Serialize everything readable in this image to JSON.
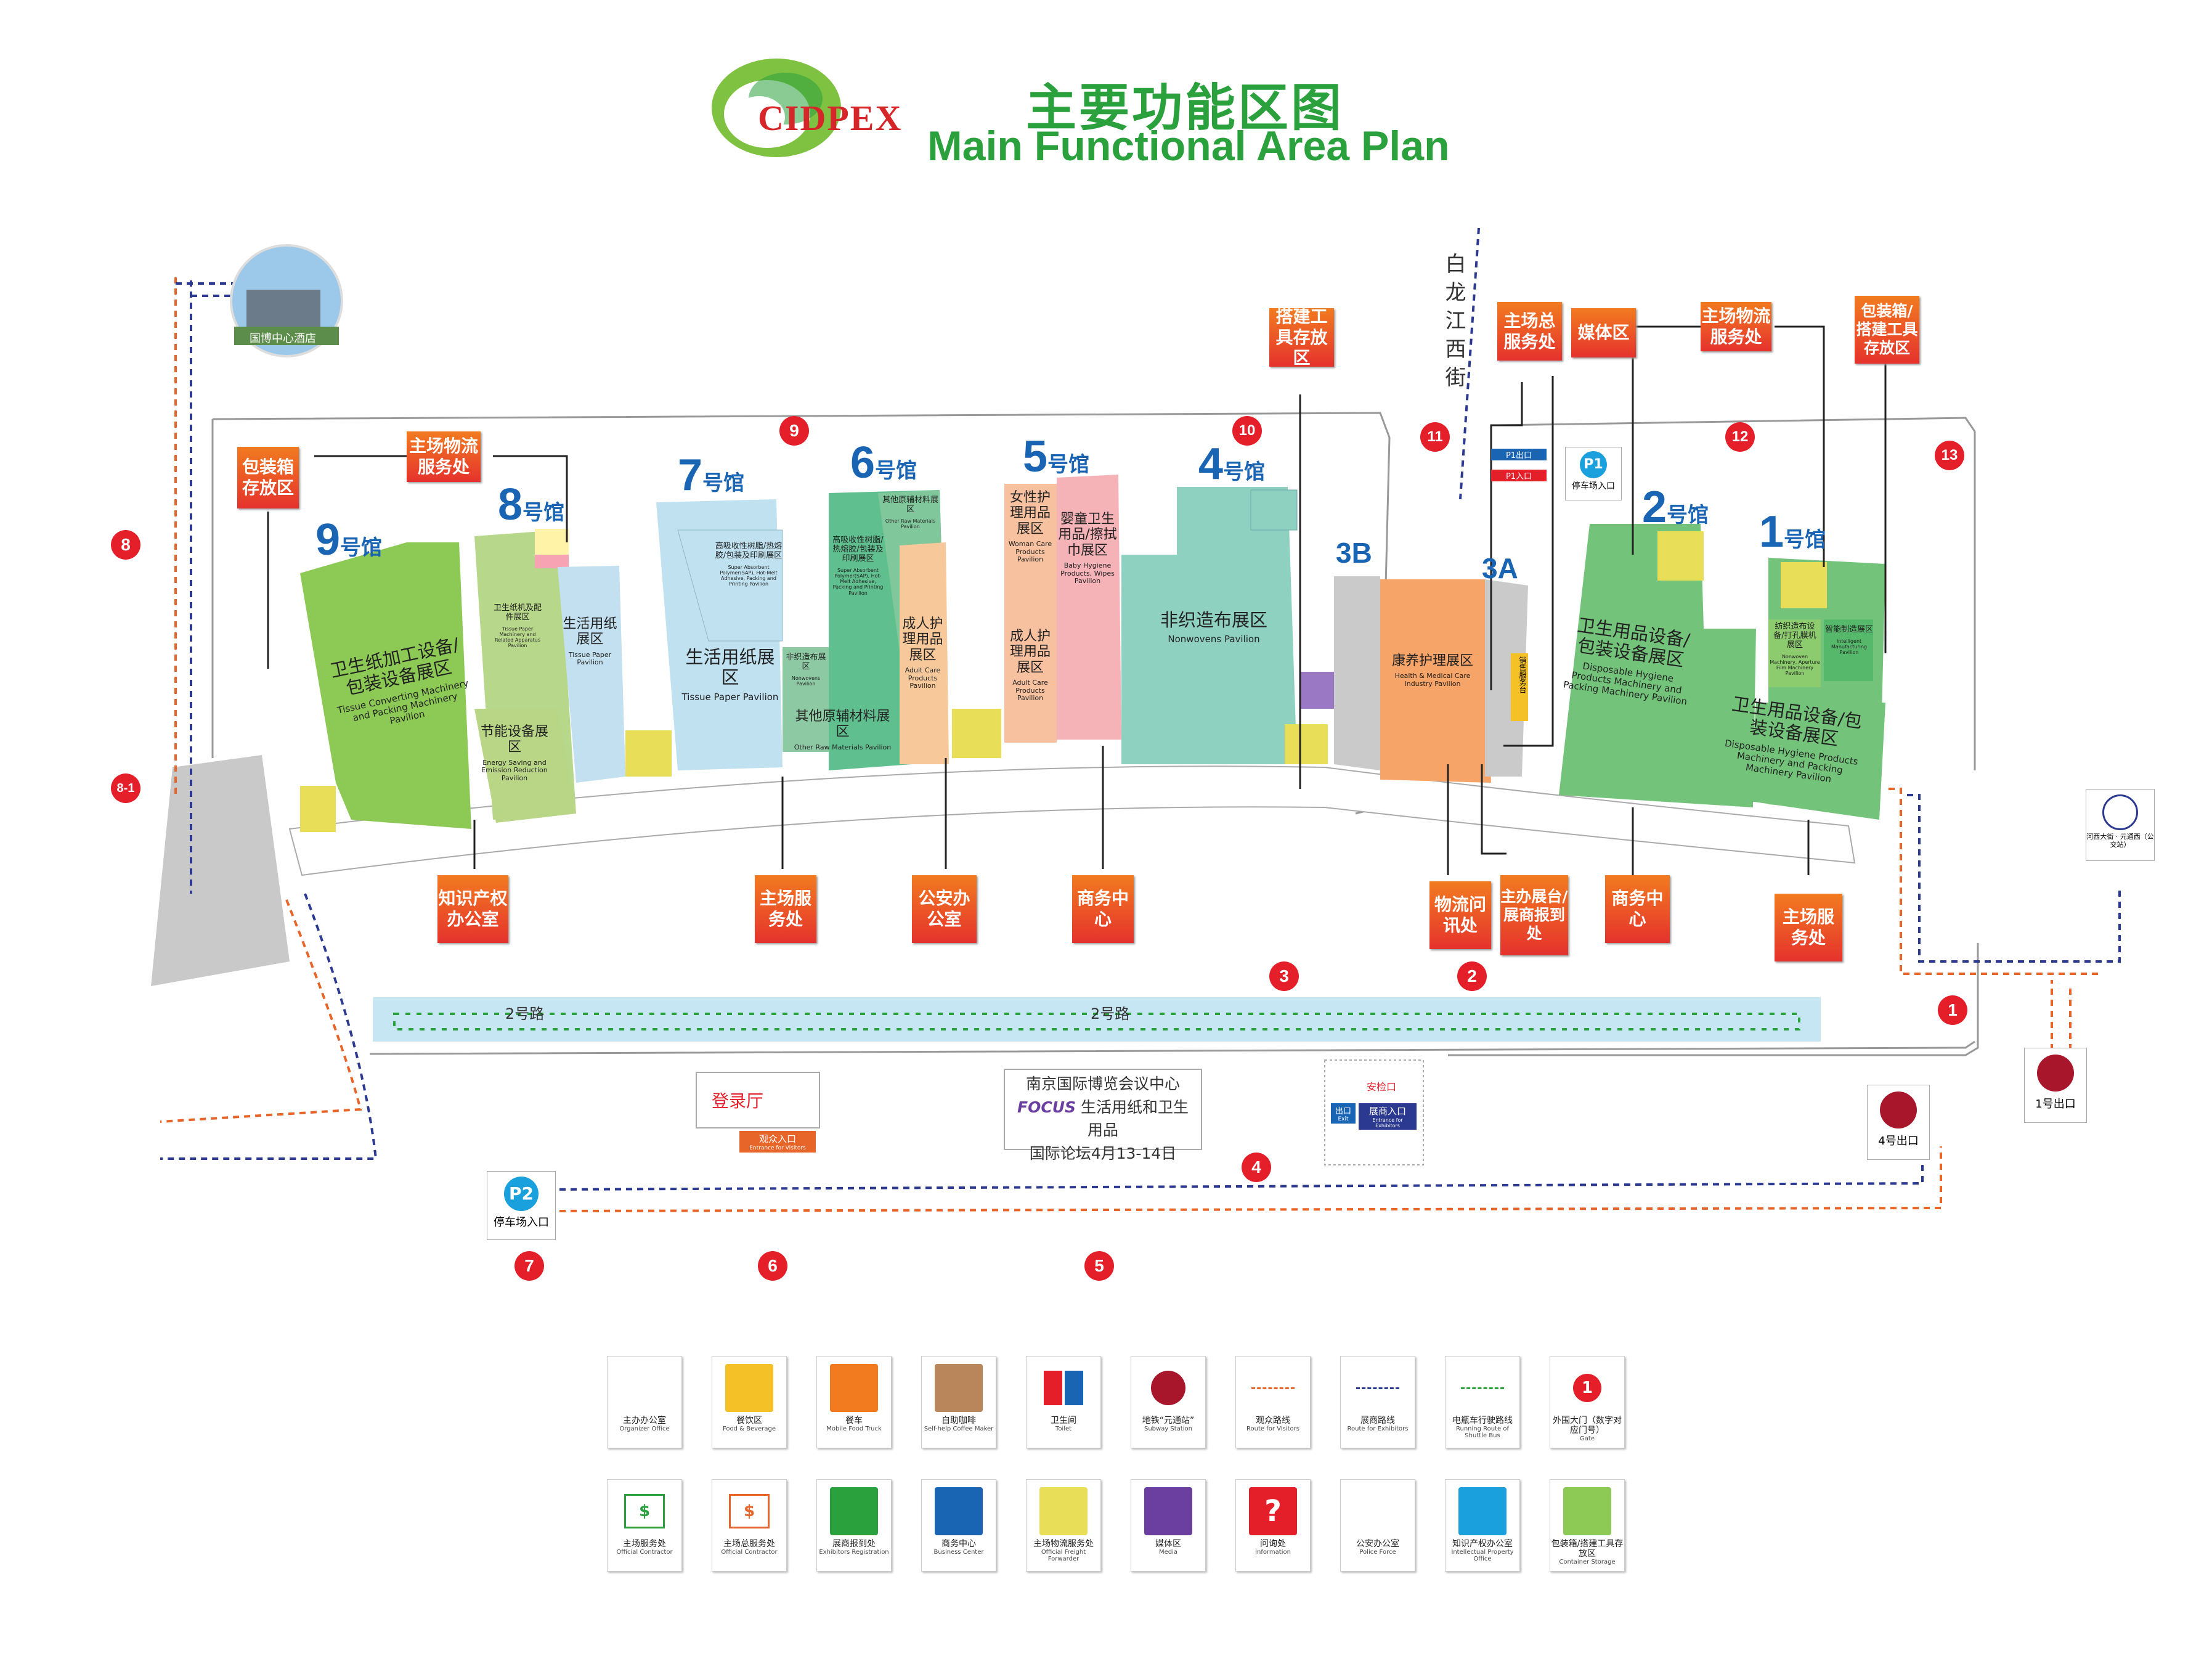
{
  "header": {
    "logo_text": "CIDPEX",
    "title_cn": "主要功能区图",
    "title_en": "Main Functional Area Plan"
  },
  "hotel": {
    "label": "国博中心酒店"
  },
  "street": {
    "label": "白龙江西街"
  },
  "halls": [
    {
      "num": "9",
      "suffix": "号馆"
    },
    {
      "num": "8",
      "suffix": "号馆"
    },
    {
      "num": "7",
      "suffix": "号馆"
    },
    {
      "num": "6",
      "suffix": "号馆"
    },
    {
      "num": "5",
      "suffix": "号馆"
    },
    {
      "num": "4",
      "suffix": "号馆"
    },
    {
      "num": "2",
      "suffix": "号馆"
    },
    {
      "num": "1",
      "suffix": "号馆"
    },
    {
      "num": "3B",
      "suffix": ""
    },
    {
      "num": "3A",
      "suffix": ""
    }
  ],
  "zones": {
    "tissue_converting": {
      "cn": "卫生纸加工设备/包装设备展区",
      "en": "Tissue Converting Machinery and Packing Machinery Pavilion"
    },
    "tissue_parts": {
      "cn": "卫生纸机及配件展区",
      "en": "Tissue Paper Machinery and Related Apparatus Pavilion"
    },
    "energy_saving": {
      "cn": "节能设备展区",
      "en": "Energy Saving and Emission Reduction Pavilion"
    },
    "tissue_paper_8": {
      "cn": "生活用纸展区",
      "en": "Tissue Paper Pavilion"
    },
    "tissue_paper_7": {
      "cn": "生活用纸展区",
      "en": "Tissue Paper Pavilion"
    },
    "sap_7": {
      "cn": "高吸收性树脂/热熔胶/包装及印刷展区",
      "en": "Super Absorbent Polymer(SAP), Hot-Melt Adhesive, Packing and Printing Pavilion"
    },
    "nonwovens_6": {
      "cn": "非织造布展区",
      "en": "Nonwovens Pavilion"
    },
    "sap_6": {
      "cn": "高吸收性树脂/热熔胶/包装及印刷展区",
      "en": "Super Absorbent Polymer(SAP), Hot-Melt Adhesive, Packing and Printing Pavilion"
    },
    "other_raw_6a": {
      "cn": "其他原辅材料展区",
      "en": "Other Raw Materials Pavilion"
    },
    "other_raw_6b": {
      "cn": "其他原辅材料展区",
      "en": "Other Raw Materials Pavilion"
    },
    "adult_care_6": {
      "cn": "成人护理用品展区",
      "en": "Adult Care Products Pavilion"
    },
    "woman_care": {
      "cn": "女性护理用品展区",
      "en": "Woman Care Products Pavilion"
    },
    "adult_care_5": {
      "cn": "成人护理用品展区",
      "en": "Adult Care Products Pavilion"
    },
    "baby_hygiene": {
      "cn": "婴童卫生用品/擦拭巾展区",
      "en": "Baby Hygiene Products, Wipes Pavilion"
    },
    "nonwovens_4": {
      "cn": "非织造布展区",
      "en": "Nonwovens Pavilion"
    },
    "health_care": {
      "cn": "康养护理展区",
      "en": "Health & Medical Care Industry Pavilion"
    },
    "hygiene_machinery_2": {
      "cn": "卫生用品设备/包装设备展区",
      "en": "Disposable Hygiene Products Machinery and Packing Machinery Pavilion"
    },
    "hygiene_machinery_1": {
      "cn": "卫生用品设备/包装设备展区",
      "en": "Disposable Hygiene Products Machinery and Packing Machinery Pavilion"
    },
    "intelligent_mfg": {
      "cn": "智能制造展区",
      "en": "Intelligent Manufacturing Pavilion"
    },
    "nonwovens_spinning": {
      "cn": "纺织造布设备/打孔膜机展区",
      "en": "Nonwoven Machinery, Aperture Film Machinery Pavilion"
    }
  },
  "services": {
    "container_1": "包装箱存放区",
    "freight_1": "主场物流服务处",
    "tool_storage": "搭建工具存放区",
    "general_service": "主场总服务处",
    "media": "媒体区",
    "freight_2": "主场物流服务处",
    "container_2": "包装箱/搭建工具存放区",
    "ip_office": "知识产权办公室",
    "contractor_1": "主场服务处",
    "police": "公安办公室",
    "business_1": "商务中心",
    "logistics_info": "物流问讯处",
    "exhibitor_reg": "主办展台/展商报到处",
    "business_2": "商务中心",
    "contractor_2": "主场服务处"
  },
  "gates": [
    "1",
    "2",
    "3",
    "4",
    "5",
    "6",
    "7",
    "8",
    "8-1",
    "9",
    "10",
    "11",
    "12",
    "13"
  ],
  "labels": {
    "road_2_left": "2号路",
    "road_2_right": "2号路",
    "registration": "登录厅",
    "visitor_entrance_cn": "观众入口",
    "visitor_entrance_en": "Entrance for Visitors",
    "security": "安检口",
    "exhibitor_entrance_cn": "展商入口",
    "exhibitor_entrance_en": "Entrance for Exhibitors",
    "exit_cn": "出口",
    "exit_en": "Exit",
    "entrance_cn": "入口",
    "parking_1": "停车场入口",
    "parking_2": "停车场入口",
    "p1_exit": "P1出口",
    "p1_entry": "P1入口",
    "sales_desk": "销售服务台",
    "conference_line1": "南京国际博览会议中心",
    "conference_line2": "生活用纸和卫生用品",
    "conference_line3": "国际论坛4月13-14日",
    "focus": "FOCUS",
    "subway_1": "1号出口",
    "subway_4": "4号出口",
    "bus_stop": "河西大街 · 元通西（公交站）",
    "p1": "P1",
    "p2": "P2"
  },
  "legend": [
    {
      "cn": "主办办公室",
      "en": "Organizer Office",
      "icon": "cidpex-icon"
    },
    {
      "cn": "餐饮区",
      "en": "Food & Beverage",
      "icon": "food-icon"
    },
    {
      "cn": "餐车",
      "en": "Mobile Food Truck",
      "icon": "food-truck-icon"
    },
    {
      "cn": "自助咖啡",
      "en": "Self-help Coffee Maker",
      "icon": "coffee-icon"
    },
    {
      "cn": "卫生间",
      "en": "Toilet",
      "icon": "toilet-icon"
    },
    {
      "cn": "地铁“元通站”",
      "en": "Subway Station",
      "icon": "subway-icon"
    },
    {
      "cn": "观众路线",
      "en": "Route for Visitors",
      "icon": "visitor-route-icon"
    },
    {
      "cn": "展商路线",
      "en": "Route for Exhibitors",
      "icon": "exhibitor-route-icon"
    },
    {
      "cn": "电瓶车行驶路线",
      "en": "Running Route of Shuttle Bus",
      "icon": "shuttle-route-icon"
    },
    {
      "cn": "外围大门（数字对应门号）",
      "en": "Gate",
      "icon": "gate-icon"
    },
    {
      "cn": "主场服务处",
      "en": "Official Contractor",
      "icon": "contractor-icon"
    },
    {
      "cn": "主场总服务处",
      "en": "Official Contractor",
      "icon": "general-contractor-icon"
    },
    {
      "cn": "展商报到处",
      "en": "Exhibitors Registration",
      "icon": "registration-icon"
    },
    {
      "cn": "商务中心",
      "en": "Business Center",
      "icon": "business-icon"
    },
    {
      "cn": "主场物流服务处",
      "en": "Official Freight Forwarder",
      "icon": "freight-icon"
    },
    {
      "cn": "媒体区",
      "en": "Media",
      "icon": "media-icon"
    },
    {
      "cn": "问询处",
      "en": "Information",
      "icon": "info-icon"
    },
    {
      "cn": "公安办公室",
      "en": "Police Force",
      "icon": "police-icon"
    },
    {
      "cn": "知识产权办公室",
      "en": "Intellectual Property Office",
      "icon": "ip-icon"
    },
    {
      "cn": "包装箱/搭建工具存放区",
      "en": "Container Storage",
      "icon": "container-icon"
    }
  ],
  "colors": {
    "title_green": "#2aa13d",
    "hall_blue": "#1a64b4",
    "gate_red": "#e41f2a",
    "visitor_route": "#e8652a",
    "exhibitor_route": "#2b3990",
    "shuttle_route": "#2aa13d"
  }
}
